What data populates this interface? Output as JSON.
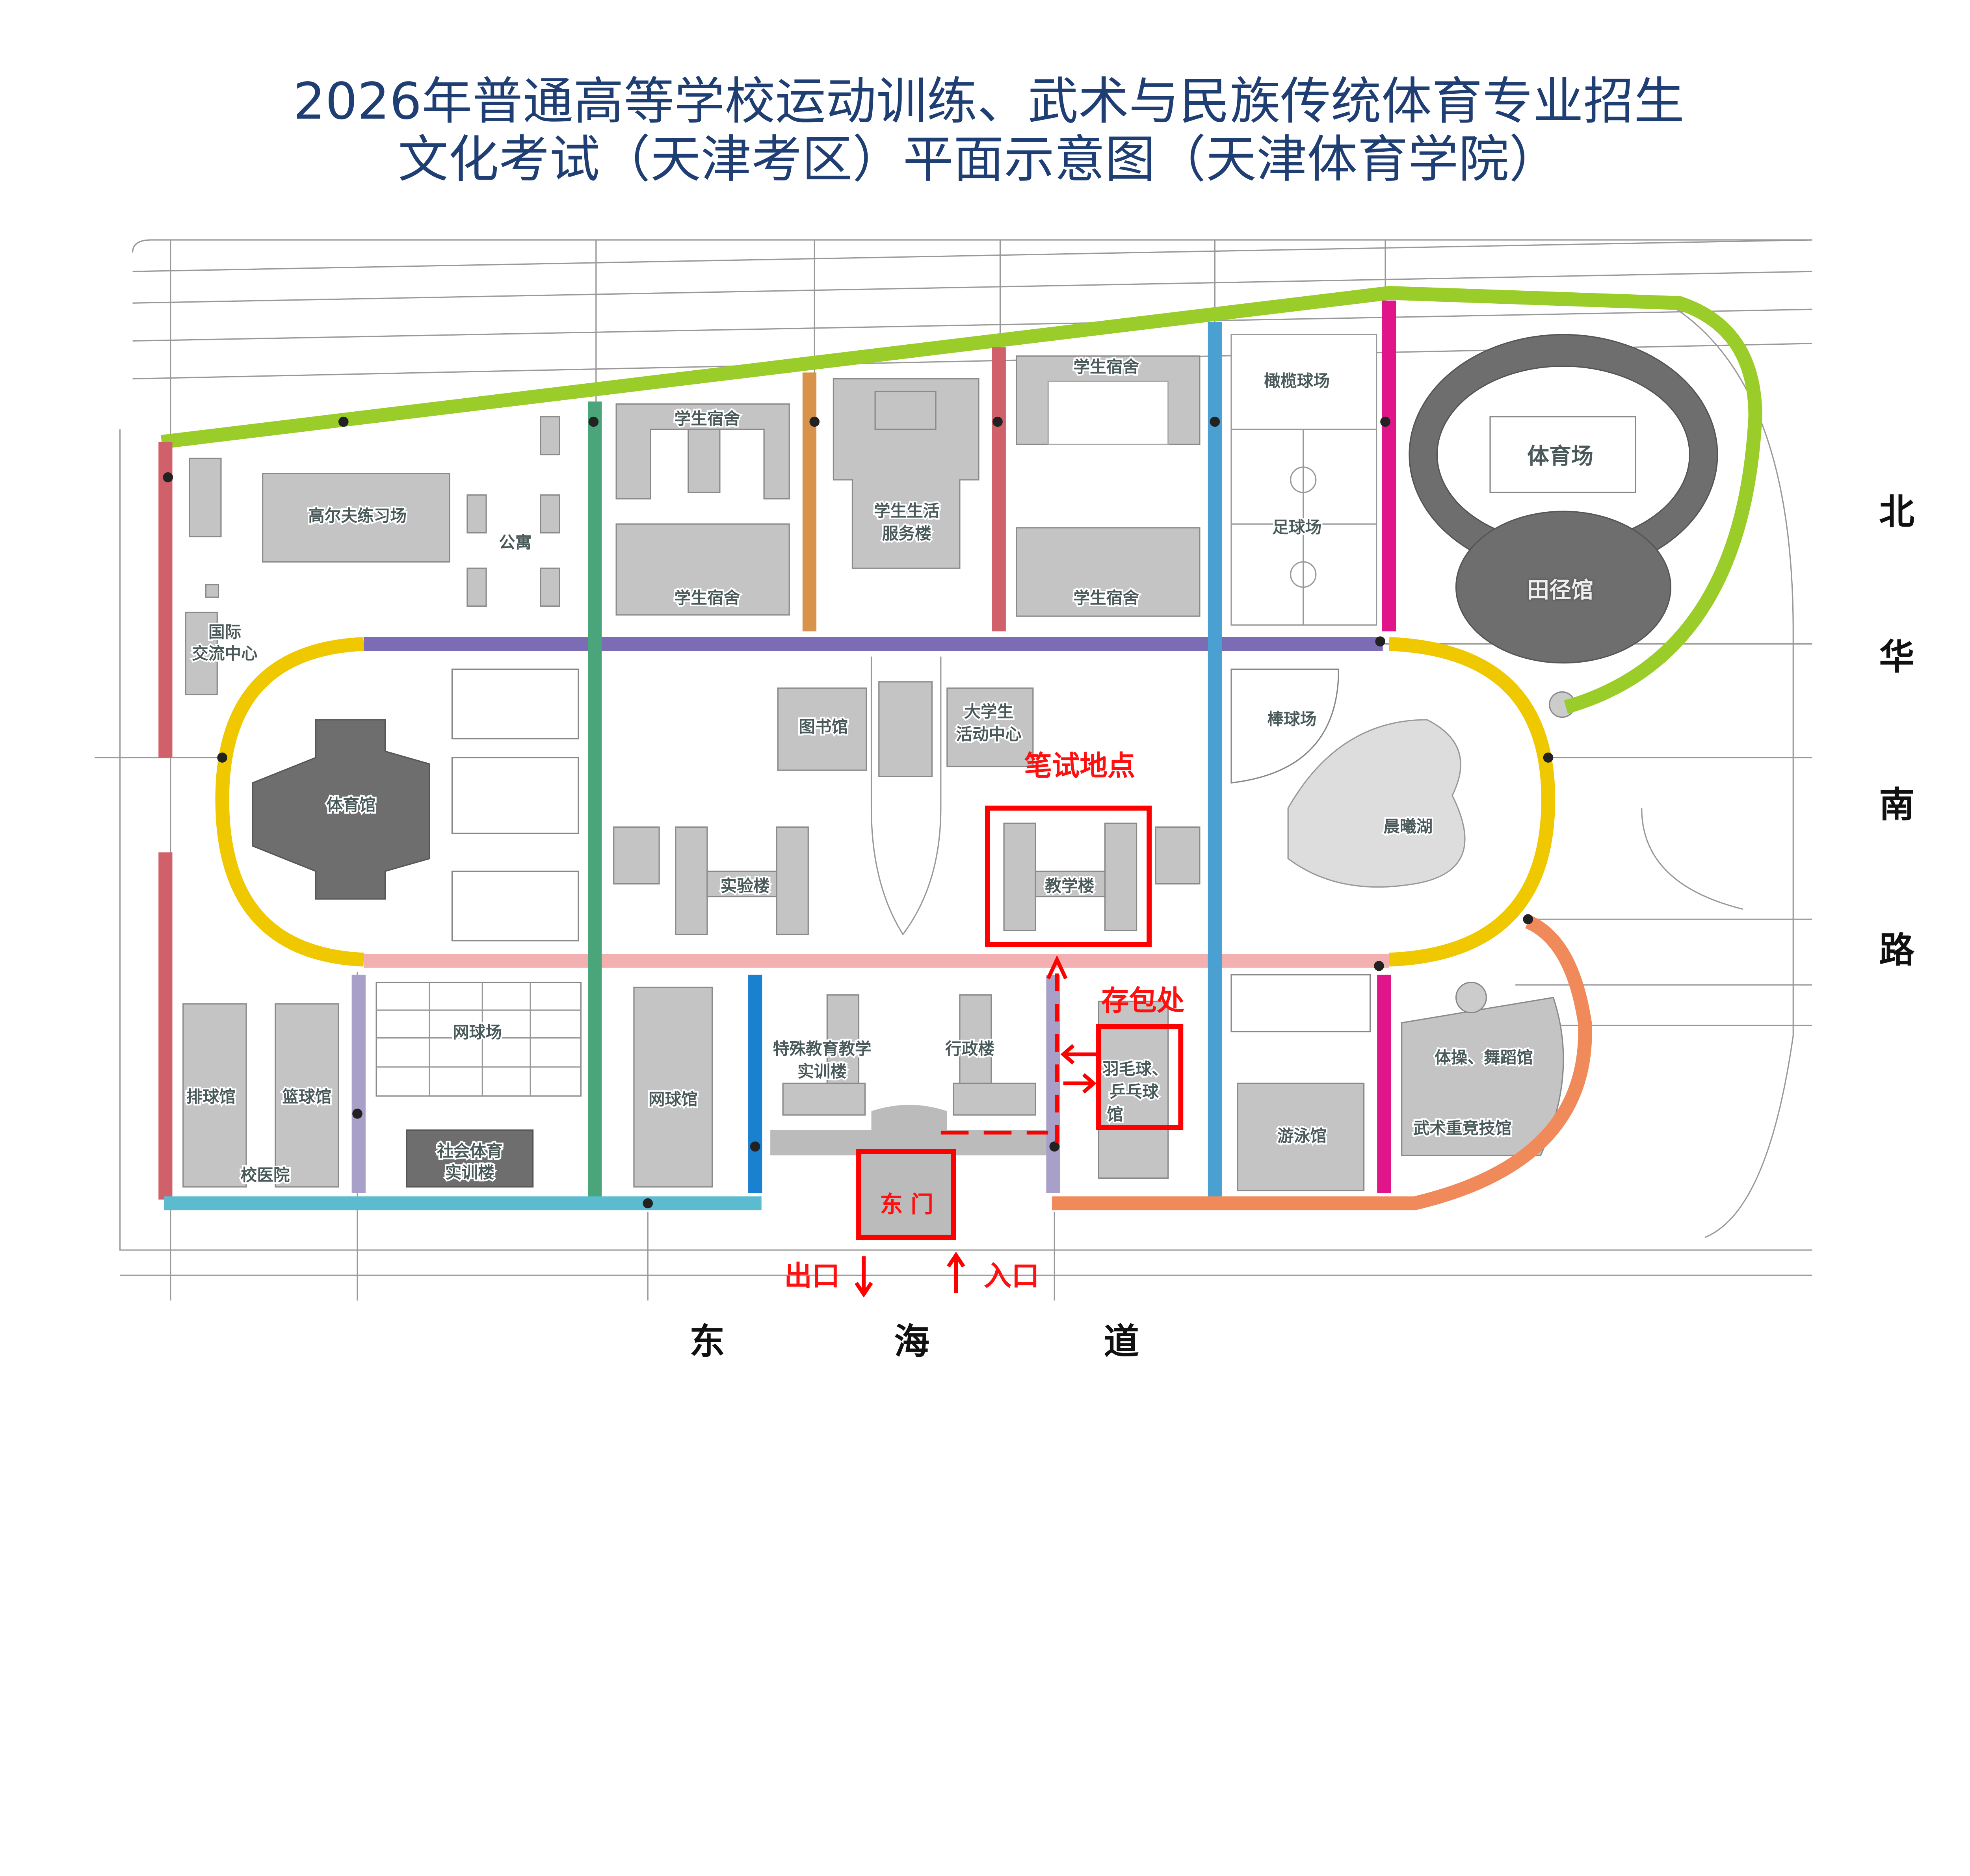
{
  "title": {
    "line1": "2026年普通高等学校运动训练、武术与民族传统体育专业招生",
    "line2": "文化考试（天津考区）平面示意图（天津体育学院）"
  },
  "streets": {
    "east": [
      "北",
      "华",
      "南",
      "路"
    ],
    "south": [
      "东",
      "海",
      "道"
    ]
  },
  "buildings": {
    "golf": "高尔夫练习场",
    "apartment": "公寓",
    "intl_center_1": "国际",
    "intl_center_2": "交流中心",
    "dorm_a_top": "学生宿舍",
    "dorm_a_bottom": "学生宿舍",
    "student_service_1": "学生生活",
    "student_service_2": "服务楼",
    "dorm_b_top": "学生宿舍",
    "dorm_b_bottom": "学生宿舍",
    "rugby": "橄榄球场",
    "football": "足球场",
    "stadium": "体育场",
    "track_hall": "田径馆",
    "gym": "体育馆",
    "library": "图书馆",
    "activity_center_1": "大学生",
    "activity_center_2": "活动中心",
    "baseball": "棒球场",
    "lake": "晨曦湖",
    "lab": "实验楼",
    "teaching": "教学楼",
    "tennis_courts": "网球场",
    "tennis_hall": "网球馆",
    "special_ed_1": "特殊教育教学",
    "special_ed_2": "实训楼",
    "admin": "行政楼",
    "badminton_1": "羽毛球、",
    "badminton_2": "乒乓球",
    "badminton_3": "馆",
    "volleyball": "排球馆",
    "basketball": "篮球馆",
    "clinic": "校医院",
    "social_sports_1": "社会体育",
    "social_sports_2": "实训楼",
    "swimming": "游泳馆",
    "gymnastics": "体操、舞蹈馆",
    "wushu": "武术重竞技馆"
  },
  "annotations": {
    "exam_site": "笔试地点",
    "bag_storage": "存包处",
    "east_gate": "东 门",
    "exit": "出口",
    "entrance": "入口"
  },
  "colors": {
    "title": "#1f3f74",
    "highlight": "#ff0000",
    "road_green_north": "#9acd2a",
    "road_red": "#d0606a",
    "road_purple": "#7b6cb5",
    "road_yellow": "#f0c800",
    "road_pink": "#f2b0b0",
    "road_green": "#4aa57a",
    "road_orange": "#d9924a",
    "road_blue": "#4aa0d0",
    "road_magenta": "#e0158a",
    "road_orange_south": "#f08a5a",
    "road_teal": "#5bbcd0"
  }
}
